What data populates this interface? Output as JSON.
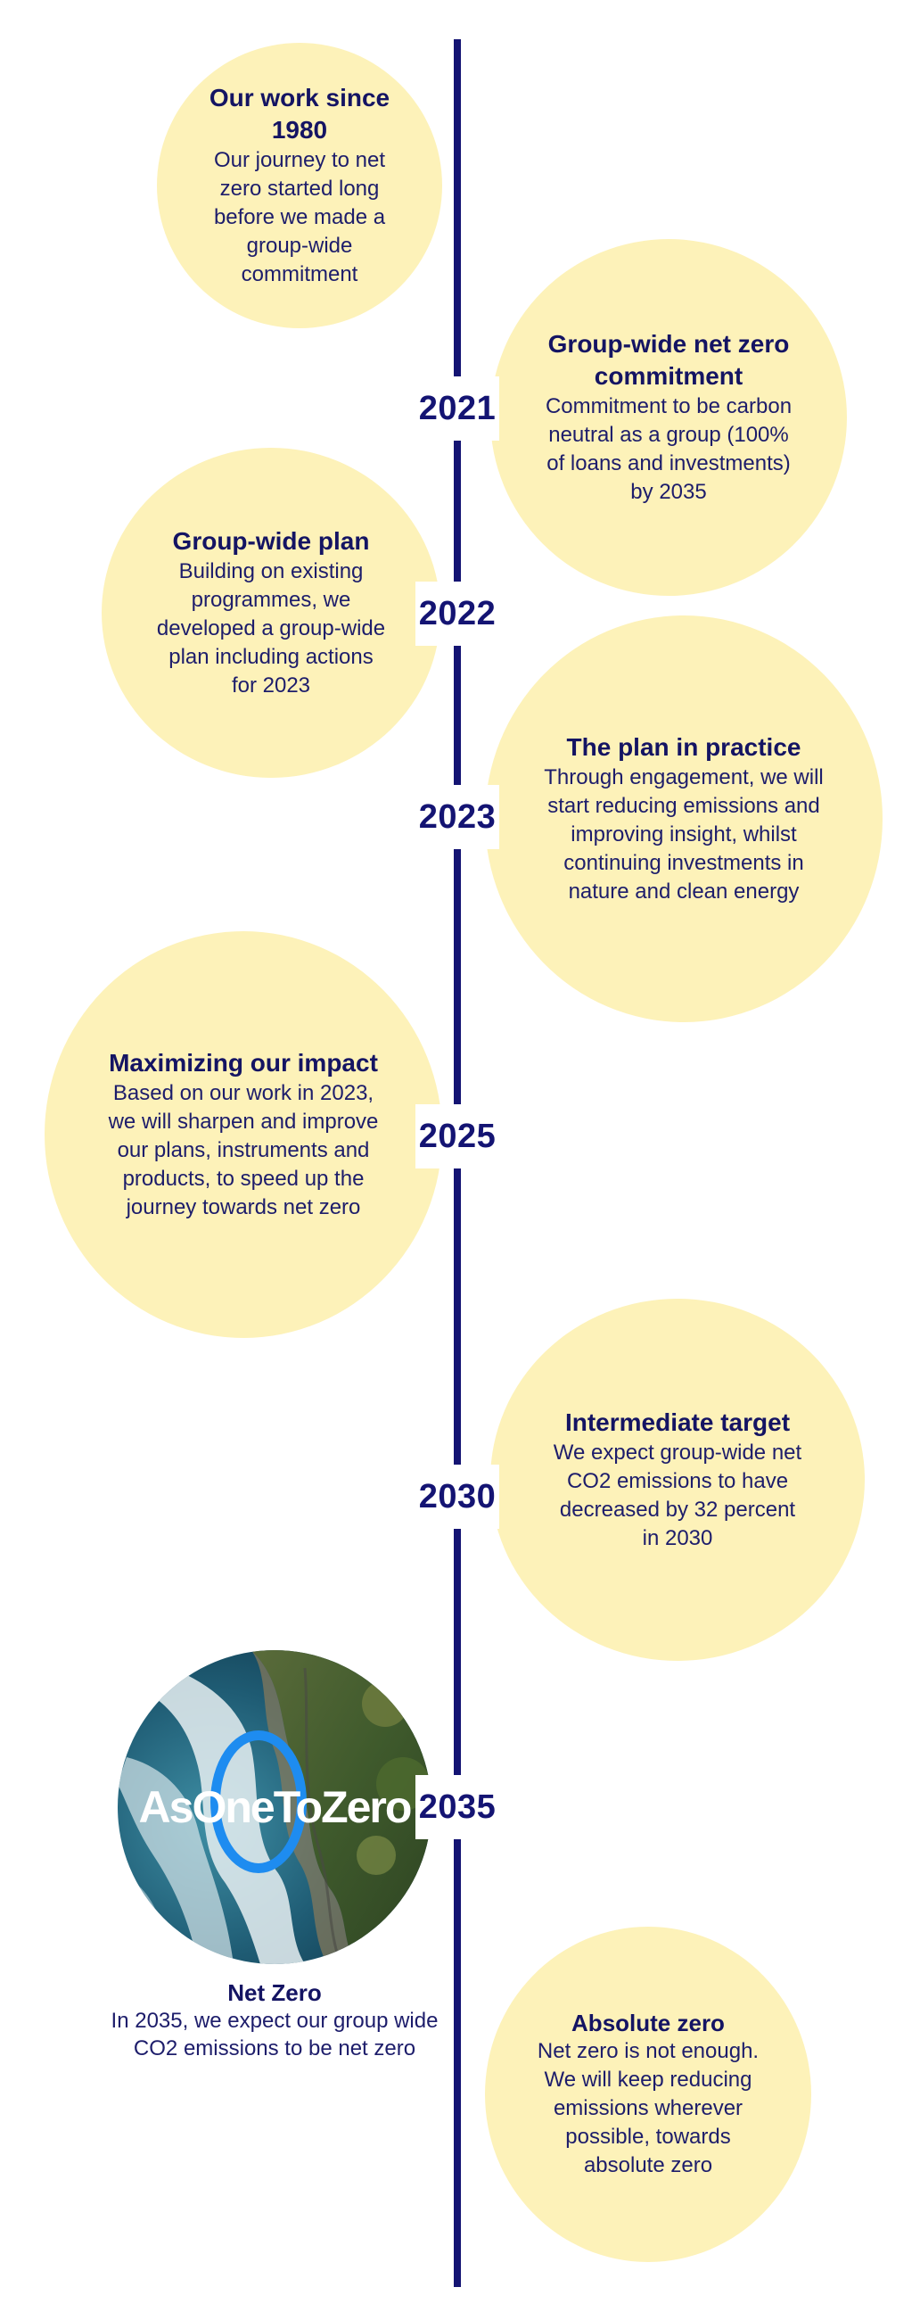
{
  "milestones": [
    {
      "id": "work-since-1980",
      "year": "",
      "title": "Our work since 1980",
      "text": "Our journey to net zero started long before we made a group-wide commitment"
    },
    {
      "id": "group-wide-commitment",
      "year": "2021",
      "title": "Group-wide net zero commitment",
      "text": "Commitment to be carbon neutral as a group (100% of loans and investments) by 2035"
    },
    {
      "id": "group-wide-plan",
      "year": "2022",
      "title": "Group-wide plan",
      "text": "Building on existing programmes, we developed a group-wide plan including actions for 2023"
    },
    {
      "id": "plan-in-practice",
      "year": "2023",
      "title": "The plan in practice",
      "text": "Through engagement, we will start reducing emissions and improving insight, whilst continuing investments in nature and clean energy"
    },
    {
      "id": "maximizing-impact",
      "year": "2025",
      "title": "Maximizing our impact",
      "text": "Based on our work in 2023, we will sharpen and improve our plans, instruments and products, to speed up the journey towards net zero"
    },
    {
      "id": "intermediate-target",
      "year": "2030",
      "title": "Intermediate target",
      "text": "We expect group-wide net CO2 emissions to have decreased by 32 percent in 2030"
    },
    {
      "id": "net-zero",
      "year": "2035",
      "title": "Net Zero",
      "text": "In 2035, we expect our group wide CO2 emissions to be net zero"
    },
    {
      "id": "absolute-zero",
      "year": "",
      "title": "Absolute zero",
      "text": "Net zero is not enough. We will keep reducing emissions wherever possible, towards absolute zero"
    }
  ],
  "logo": {
    "text": "AsOneToZero"
  },
  "colors": {
    "timeline": "#141473",
    "bubble": "#fdf2b9",
    "text": "#1d1d6b",
    "logo_ring": "#1e8cf0"
  }
}
